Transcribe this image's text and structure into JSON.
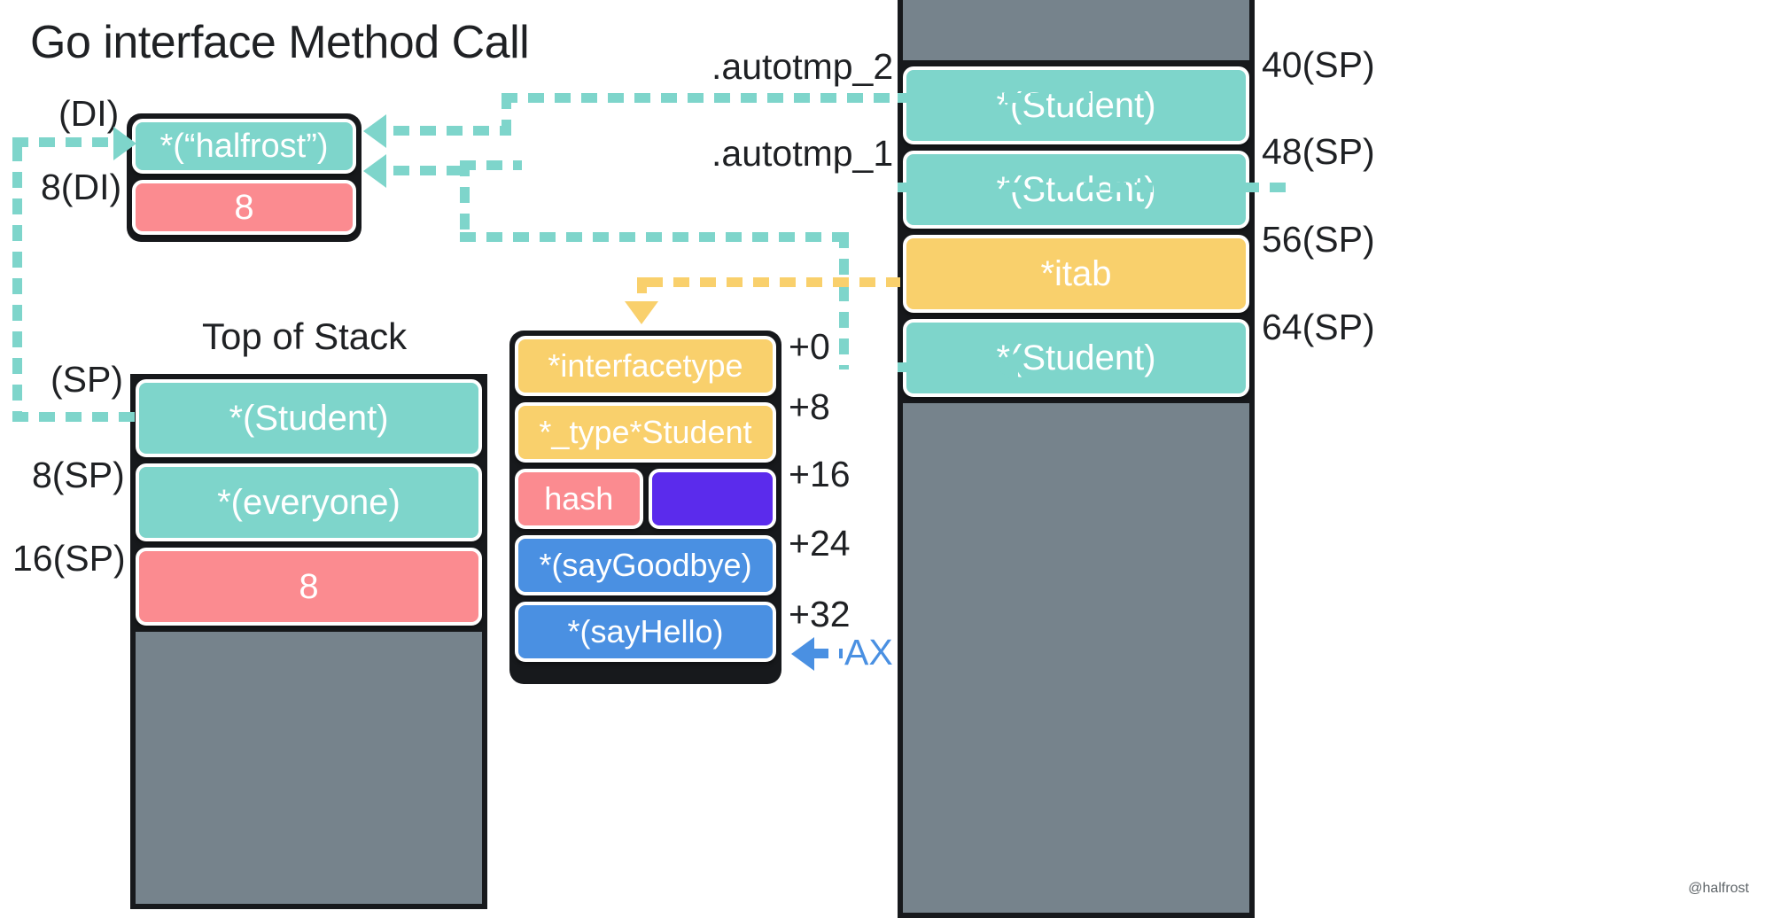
{
  "title": "Go interface Method Call",
  "watermark": "@halfrost",
  "di_register": {
    "labels": {
      "base": "(DI)",
      "offset8": "8(DI)"
    },
    "slots": [
      {
        "text": "*(“halfrost”)",
        "color": "#7ed5cb"
      },
      {
        "text": "8",
        "color": "#fb8b90"
      }
    ]
  },
  "left_stack": {
    "caption": "Top of Stack",
    "offsets": [
      "(SP)",
      "8(SP)",
      "16(SP)"
    ],
    "slots": [
      {
        "text": "*(Student)",
        "color": "#7ed5cb"
      },
      {
        "text": "*(everyone)",
        "color": "#7ed5cb"
      },
      {
        "text": "8",
        "color": "#fb8b90"
      },
      {
        "text": "",
        "color": "#76838c"
      }
    ]
  },
  "itab": {
    "offsets": [
      "+0",
      "+8",
      "+16",
      "+24",
      "+32"
    ],
    "rows": [
      {
        "text": "*interfacetype",
        "color": "#f9d06c"
      },
      {
        "text": "*_type*Student",
        "color": "#f9d06c"
      },
      {
        "text": "hash",
        "color": "#fb8b90",
        "second": "",
        "second_color": "#5b2bec"
      },
      {
        "text": "*(sayGoodbye)",
        "color": "#4a90e2"
      },
      {
        "text": "*(sayHello)",
        "color": "#4a90e2"
      }
    ],
    "ax_label": "AX"
  },
  "right_stack": {
    "offsets": [
      "40(SP)",
      "48(SP)",
      "56(SP)",
      "64(SP)"
    ],
    "autotmp_labels": [
      ".autotmp_2",
      ".autotmp_1"
    ],
    "slots": [
      {
        "text": "",
        "color": "#76838c"
      },
      {
        "text": "*(Student)",
        "color": "#7ed5cb"
      },
      {
        "text": "*(Student)",
        "color": "#7ed5cb"
      },
      {
        "text": "*itab",
        "color": "#f9d06c"
      },
      {
        "text": "*(Student)",
        "color": "#7ed5cb"
      },
      {
        "text": "",
        "color": "#76838c"
      }
    ]
  },
  "colors": {
    "teal": "#7ed5cb",
    "pink": "#fb8b90",
    "yellow": "#f9d06c",
    "blue": "#4a90e2",
    "purple": "#5b2bec",
    "gray": "#76838c",
    "outline": "#17191c"
  }
}
